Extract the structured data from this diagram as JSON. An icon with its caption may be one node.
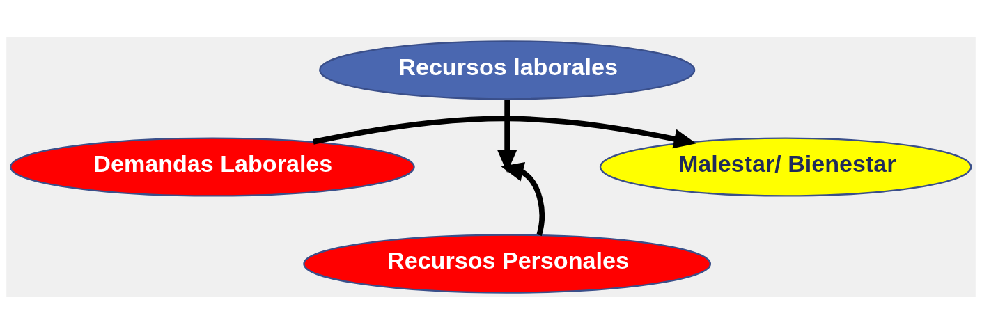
{
  "diagram": {
    "nodes": [
      {
        "text": [
          "Demandas Laborales"
        ]
      },
      {
        "text": [
          "Recursos laborales"
        ]
      },
      {
        "text": [
          "Recursos Personales"
        ]
      },
      {
        "text": [
          "Malestar/ Bienestar"
        ]
      }
    ],
    "edges": [
      {
        "from": 0,
        "to": 3,
        "arrow": "to"
      },
      {
        "from": 1,
        "to": null,
        "arrow": "to"
      },
      {
        "from": 2,
        "to": null,
        "arrow": "to"
      }
    ]
  }
}
